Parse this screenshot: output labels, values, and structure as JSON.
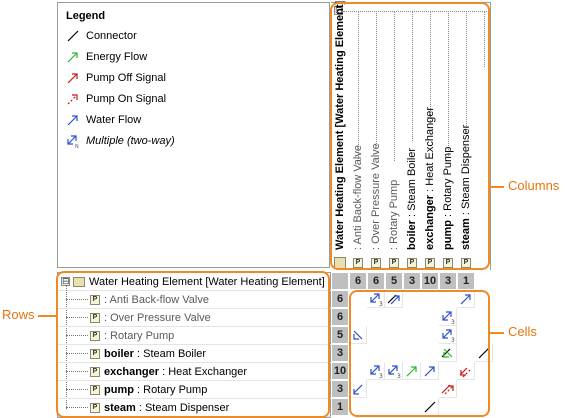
{
  "legend": {
    "title": "Legend",
    "items": [
      {
        "label": "Connector",
        "color": "#000000",
        "italic": false
      },
      {
        "label": "Energy Flow",
        "color": "#27b827",
        "italic": false
      },
      {
        "label": "Pump Off Signal",
        "color": "#d01414",
        "italic": false
      },
      {
        "label": "Pump On Signal",
        "color": "#d01414",
        "italic": false
      },
      {
        "label": "Water Flow",
        "color": "#2a4fc8",
        "italic": false
      },
      {
        "label": "Multiple (two-way)",
        "color": "#2a4fc8",
        "italic": true
      }
    ]
  },
  "columns": [
    {
      "bold": "Water Heating Element [Water Heating Element]",
      "rest": ""
    },
    {
      "bold": "",
      "rest": ": Anti Back-flow Valve"
    },
    {
      "bold": "",
      "rest": ": Over Pressure Valve"
    },
    {
      "bold": "",
      "rest": ": Rotary Pump"
    },
    {
      "bold": "boiler",
      "rest": " : Steam Boiler"
    },
    {
      "bold": "exchanger",
      "rest": " : Heat Exchanger"
    },
    {
      "bold": "pump",
      "rest": " : Rotary Pump"
    },
    {
      "bold": "steam",
      "rest": " : Steam Dispenser"
    }
  ],
  "column_counts": [
    "6",
    "6",
    "5",
    "3",
    "10",
    "3",
    "1"
  ],
  "rows": {
    "root": "Water Heating Element [Water Heating Element]",
    "children": [
      {
        "bold": "",
        "rest": ": Anti Back-flow Valve",
        "count": "6"
      },
      {
        "bold": "",
        "rest": ": Over Pressure Valve",
        "count": "6"
      },
      {
        "bold": "",
        "rest": ": Rotary Pump",
        "count": "5"
      },
      {
        "bold": "boiler",
        "rest": " : Steam Boiler",
        "count": "3"
      },
      {
        "bold": "exchanger",
        "rest": " : Heat Exchanger",
        "count": "10"
      },
      {
        "bold": "pump",
        "rest": " : Rotary Pump",
        "count": "3"
      },
      {
        "bold": "steam",
        "rest": " : Steam Dispenser",
        "count": "1"
      }
    ]
  },
  "marker": {
    "expand": "⊟",
    "port": "P",
    "multi_sub": "3"
  },
  "callouts": {
    "columns": "Columns",
    "rows": "Rows",
    "cells": "Cells"
  }
}
